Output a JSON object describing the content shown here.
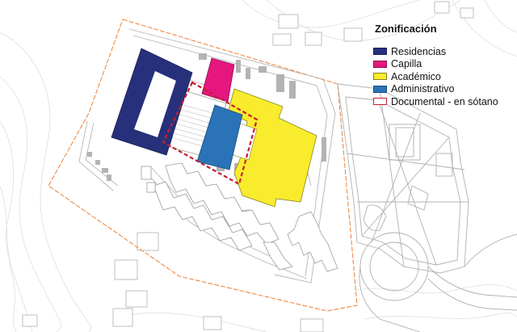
{
  "legend": {
    "title": "Zonificación",
    "items": [
      {
        "label": "Residencias",
        "color": "#27307b",
        "style": "fill"
      },
      {
        "label": "Capilla",
        "color": "#e5177f",
        "style": "fill"
      },
      {
        "label": "Académico",
        "color": "#f9ec2c",
        "style": "fill"
      },
      {
        "label": "Administrativo",
        "color": "#2a73b6",
        "style": "fill"
      },
      {
        "label": "Documental - en sótano",
        "color": "#c41f2e",
        "style": "outline"
      }
    ]
  },
  "colors": {
    "site_boundary": "#ef8a46",
    "context_lines": "#b9b9b9",
    "contour_lines": "#dcdcdc"
  }
}
